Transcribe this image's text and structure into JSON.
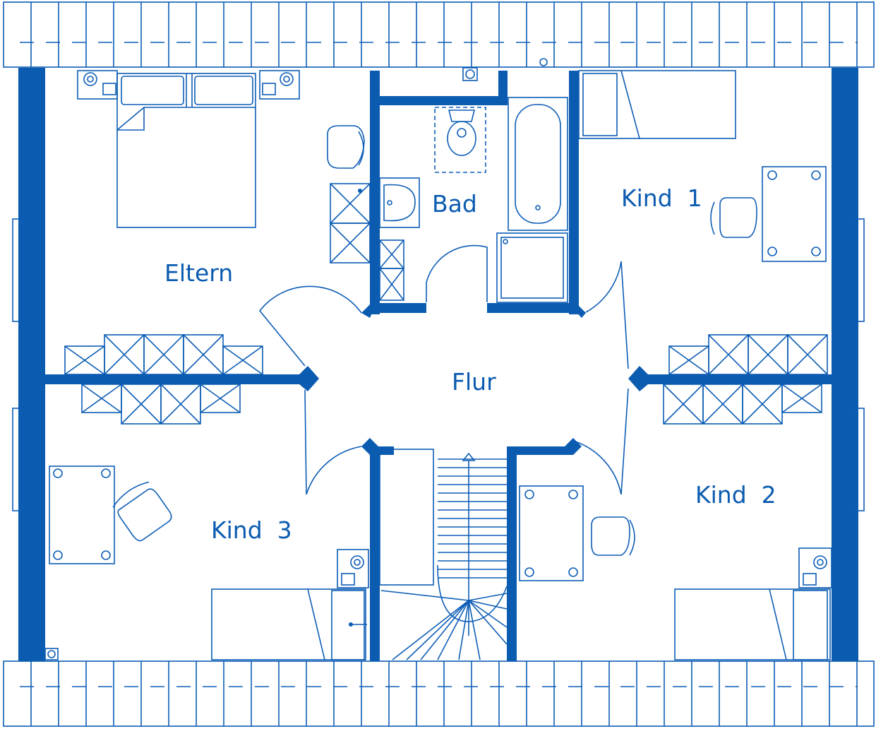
{
  "rooms": {
    "eltern": "Eltern",
    "bad": "Bad",
    "kind1": "Kind  1",
    "kind2": "Kind  2",
    "kind3": "Kind  3",
    "flur": "Flur"
  },
  "colors": {
    "line": "#0d5db5",
    "wall": "#0b5bb0",
    "background": "#ffffff"
  }
}
